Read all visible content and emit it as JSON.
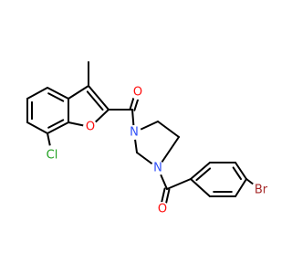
{
  "colors": {
    "bond": "#000000",
    "O": "#ff0d0d",
    "N": "#3050f8",
    "Cl": "#1fa01f",
    "Br": "#a62929"
  },
  "atoms": {
    "o_carbonyl_top": "O",
    "o_furan": "O",
    "cl": "Cl",
    "n_top": "N",
    "n_bottom": "N",
    "o_carbonyl_bottom": "O",
    "br": "Br"
  }
}
